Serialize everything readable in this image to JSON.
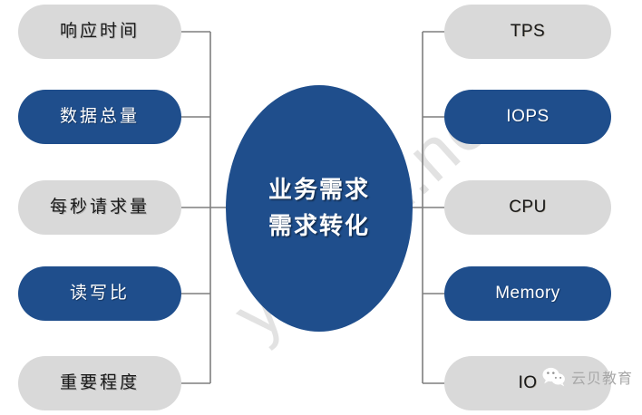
{
  "diagram": {
    "center": {
      "lines": [
        "业务需求",
        "需求转化"
      ],
      "color": "#1f4e8c"
    },
    "left_nodes": [
      {
        "label": "响应时间",
        "style": "grey",
        "script": "cn"
      },
      {
        "label": "数据总量",
        "style": "blue",
        "script": "cn"
      },
      {
        "label": "每秒请求量",
        "style": "grey",
        "script": "cn"
      },
      {
        "label": "读写比",
        "style": "blue",
        "script": "cn"
      },
      {
        "label": "重要程度",
        "style": "grey",
        "script": "cn"
      }
    ],
    "right_nodes": [
      {
        "label": "TPS",
        "style": "grey",
        "script": "en"
      },
      {
        "label": "IOPS",
        "style": "blue",
        "script": "en"
      },
      {
        "label": "CPU",
        "style": "grey",
        "script": "en"
      },
      {
        "label": "Memory",
        "style": "blue",
        "script": "en"
      },
      {
        "label": "IO",
        "style": "grey",
        "script": "en"
      }
    ],
    "colors": {
      "blue": "#1f4e8c",
      "grey": "#d9d9d9",
      "connector": "#7f7f7f",
      "background": "#ffffff"
    }
  },
  "watermark": {
    "text": "yunbei.net",
    "color": "#e2e2e2"
  },
  "wechat_badge": {
    "label": "云贝教育",
    "icon": "wechat-icon"
  }
}
